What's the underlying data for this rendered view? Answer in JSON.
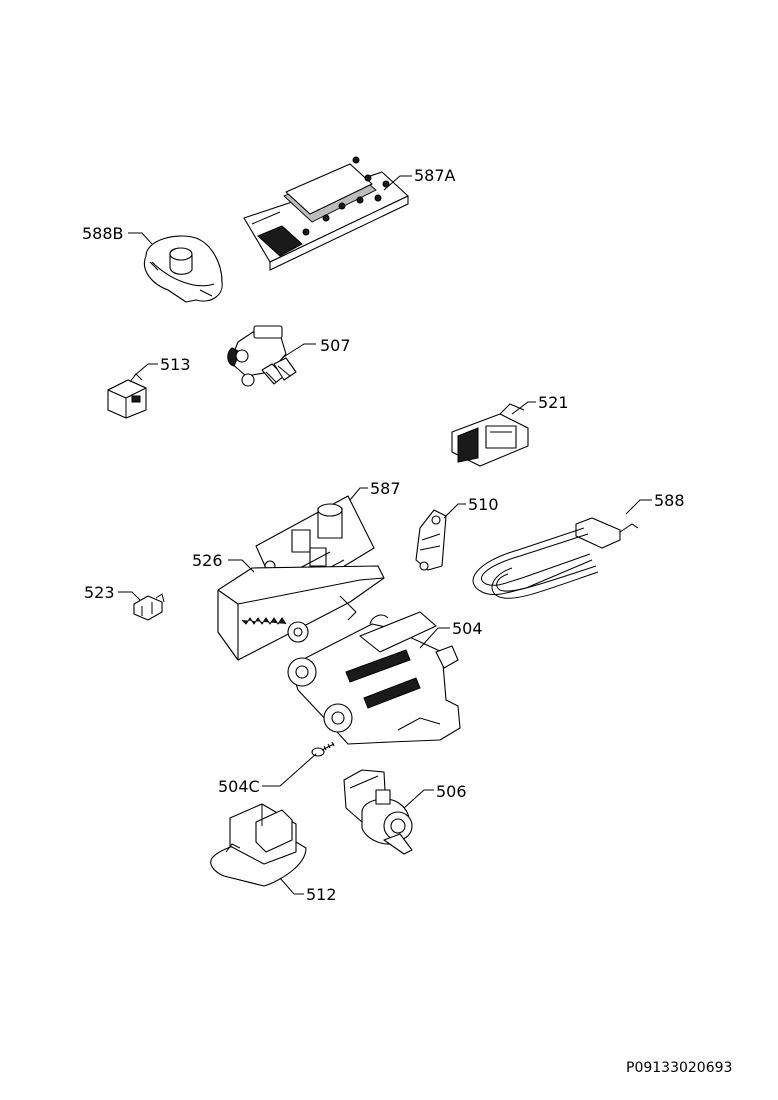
{
  "diagram": {
    "reference_code": "P09133020693",
    "parts": [
      {
        "id": "587A",
        "label": "587A"
      },
      {
        "id": "588B",
        "label": "588B"
      },
      {
        "id": "507",
        "label": "507"
      },
      {
        "id": "513",
        "label": "513"
      },
      {
        "id": "521",
        "label": "521"
      },
      {
        "id": "587",
        "label": "587"
      },
      {
        "id": "526",
        "label": "526"
      },
      {
        "id": "510",
        "label": "510"
      },
      {
        "id": "588",
        "label": "588"
      },
      {
        "id": "523",
        "label": "523"
      },
      {
        "id": "504",
        "label": "504"
      },
      {
        "id": "504C",
        "label": "504C"
      },
      {
        "id": "506",
        "label": "506"
      },
      {
        "id": "512",
        "label": "512"
      }
    ]
  }
}
